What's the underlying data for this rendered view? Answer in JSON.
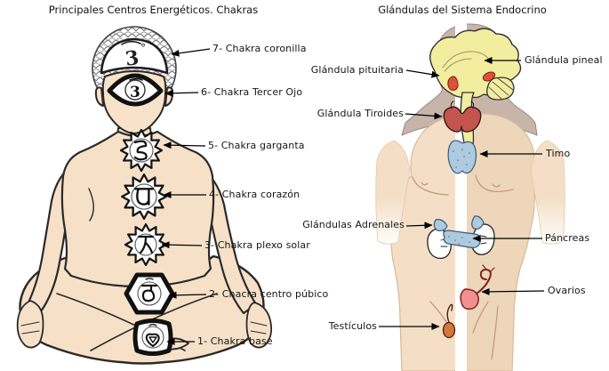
{
  "chakra_panel": {
    "title": "Principales Centros Energéticos. Chakras",
    "labels": [
      {
        "text": "7- Chakra coronilla"
      },
      {
        "text": "6- Chakra Tercer Ojo"
      },
      {
        "text": "5- Chakra garganta"
      },
      {
        "text": "4- Chakra corazón"
      },
      {
        "text": "3- Chakra plexo solar"
      },
      {
        "text": "2- Chacra centro púbico"
      },
      {
        "text": "1- Chakra base"
      }
    ],
    "symbols": {
      "crown": "3",
      "crown_ring": "°",
      "third_eye": "3"
    }
  },
  "endocrine_panel": {
    "title": "Glándulas del Sistema Endocrino",
    "labels": [
      {
        "text": "Glándula pituitaria"
      },
      {
        "text": "Glándula pineal"
      },
      {
        "text": "Glándula Tiroides"
      },
      {
        "text": "Timo"
      },
      {
        "text": "Glándulas Adrenales"
      },
      {
        "text": "Páncreas"
      },
      {
        "text": "Ovarios"
      },
      {
        "text": "Testículos"
      }
    ]
  },
  "colors": {
    "skin": "#f6e1c8",
    "body_outline": "#2a2a2a",
    "silhouette": "#c8b5a9",
    "brain": "#f3eda0",
    "thyroid": "#c4544e",
    "pituitary_pineal": "#e05038",
    "blue_glands": "#aecadf",
    "ovary": "#f29090",
    "testis": "#d3773c",
    "label_text": "#151515"
  }
}
